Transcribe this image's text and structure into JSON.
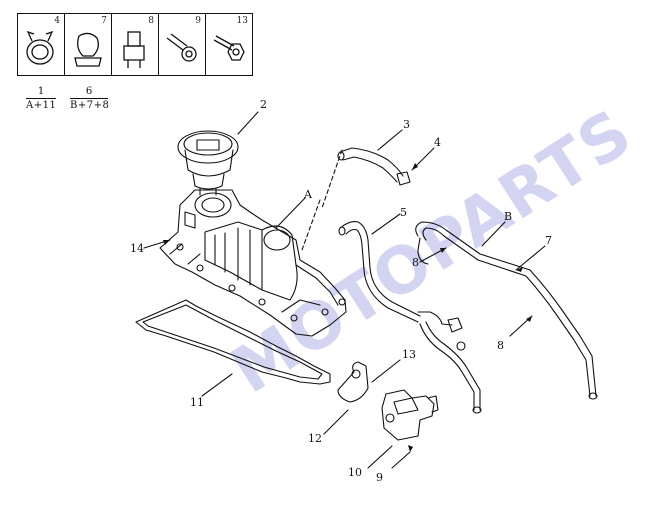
{
  "legend": {
    "cells": [
      {
        "number": "4",
        "icon": "hose-clamp-icon"
      },
      {
        "number": "7",
        "icon": "pipe-clip-icon"
      },
      {
        "number": "8",
        "icon": "fastener-clip-icon"
      },
      {
        "number": "9",
        "icon": "flange-bolt-icon"
      },
      {
        "number": "13",
        "icon": "hex-bolt-icon"
      }
    ],
    "groups": [
      {
        "top": "1",
        "bottom": "A+11"
      },
      {
        "top": "6",
        "bottom": "B+7+8"
      }
    ]
  },
  "callouts": {
    "c2": "2",
    "c3": "3",
    "c4": "4",
    "c5": "5",
    "cA": "A",
    "cB": "B",
    "c7": "7",
    "c8a": "8",
    "c8b": "8",
    "c14": "14",
    "c11": "11",
    "c13": "13",
    "c12": "12",
    "c10": "10",
    "c9": "9"
  },
  "watermark": "MOTOPARTS",
  "colors": {
    "line": "#111111",
    "watermark": "#3a3ac8"
  }
}
